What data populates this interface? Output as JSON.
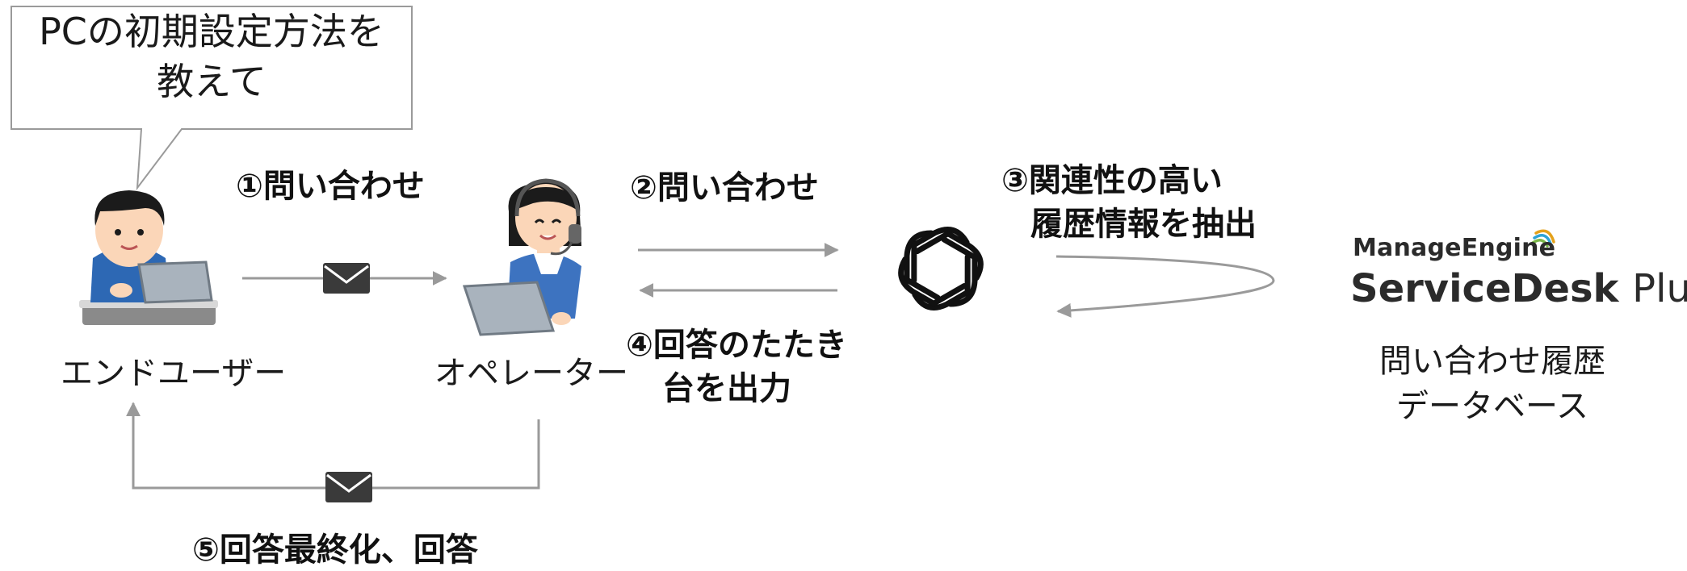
{
  "bubble": {
    "line1": "PCの初期設定方法を",
    "line2": "教えて"
  },
  "actors": {
    "end_user": "エンドユーザー",
    "operator": "オペレーター"
  },
  "steps": {
    "s1": "①問い合わせ",
    "s2": "②問い合わせ",
    "s3_line1": "③関連性の高い",
    "s3_line2": "履歴情報を抽出",
    "s4_line1": "④回答のたたき",
    "s4_line2": "台を出力",
    "s5": "⑤回答最終化、回答"
  },
  "logo": {
    "brand": "ManageEngine",
    "product": "ServiceDesk",
    "edition": "Plus"
  },
  "database": {
    "line1": "問い合わせ履歴",
    "line2": "データベース"
  },
  "icons": {
    "end_user": "person-at-laptop-icon",
    "operator": "operator-headset-icon",
    "mail": "envelope-icon",
    "ai": "openai-knot-icon"
  },
  "colors": {
    "arrow": "#9a9a9a",
    "envelope": "#3a3a3a",
    "text": "#111111",
    "skin": "#fbd6b8"
  }
}
